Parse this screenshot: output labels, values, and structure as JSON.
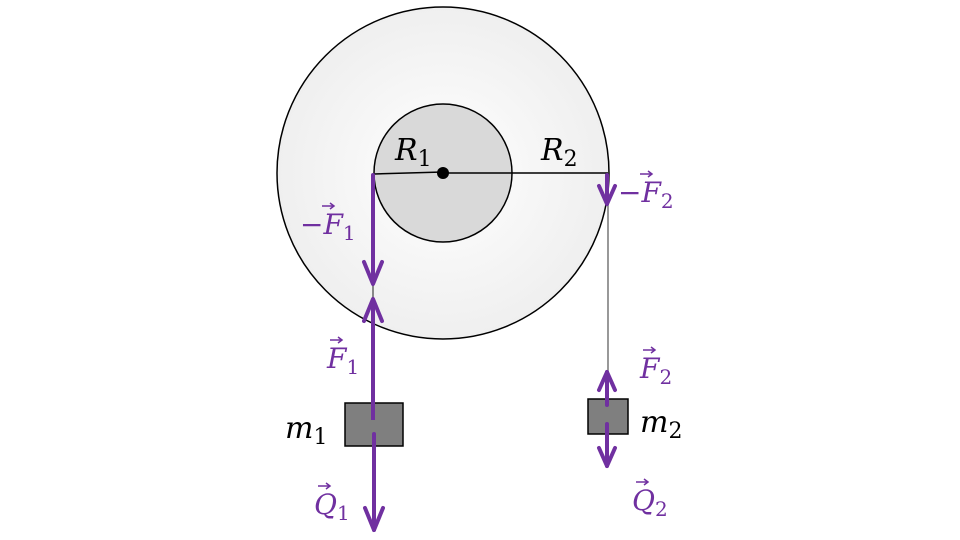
{
  "diagram": {
    "colors": {
      "force": "#7030A0",
      "outer_wheel": "#f5f5f5",
      "inner_wheel": "#d9d9d9",
      "mass_fill": "#7f7f7f",
      "line": "#000000"
    },
    "labels": {
      "R1": {
        "main": "R",
        "sub": "1"
      },
      "R2": {
        "main": "R",
        "sub": "2"
      },
      "minus_F1": {
        "prefix": "−",
        "main": "F",
        "sub": "1"
      },
      "minus_F2": {
        "prefix": "−",
        "main": "F",
        "sub": "2"
      },
      "F1": {
        "main": "F",
        "sub": "1"
      },
      "F2": {
        "main": "F",
        "sub": "2"
      },
      "Q1": {
        "main": "Q",
        "sub": "1"
      },
      "Q2": {
        "main": "Q",
        "sub": "2"
      },
      "m1": {
        "main": "m",
        "sub": "1"
      },
      "m2": {
        "main": "m",
        "sub": "2"
      }
    }
  }
}
